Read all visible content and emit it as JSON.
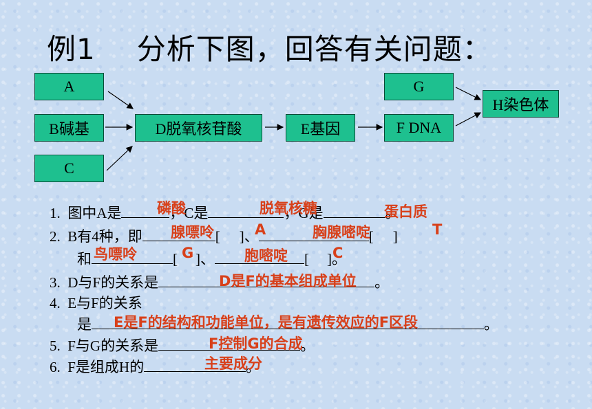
{
  "title": {
    "prefix": "例1",
    "text": "分析下图，回答有关问题："
  },
  "diagram": {
    "boxA": "A",
    "boxB": "B碱基",
    "boxC": "C",
    "boxD": "D脱氧核苷酸",
    "boxE": "E基因",
    "boxF": "F DNA",
    "boxG": "G",
    "boxH": "H染色体"
  },
  "questions": {
    "q1": {
      "num": "1.",
      "t1": "图中A是",
      "t2": "，C是",
      "t3": "，G是",
      "t4": "。"
    },
    "q2": {
      "num": "2.",
      "t1": "B有4种，即",
      "t2": "[",
      "t3": "]、",
      "t4": "[",
      "t5": "]"
    },
    "q2b": {
      "t1": "和",
      "t2": "[",
      "t3": "]、",
      "t4": "[",
      "t5": "]。"
    },
    "q3": {
      "num": "3.",
      "t1": "D与F的关系是",
      "t2": "。"
    },
    "q4": {
      "num": "4.",
      "t1": "E与F的关系"
    },
    "q4b": {
      "t1": "是",
      "t2": "。"
    },
    "q5": {
      "num": "5.",
      "t1": "F与G的关系是",
      "t2": "。"
    },
    "q6": {
      "num": "6.",
      "t1": "F是组成H的",
      "t2": "。"
    }
  },
  "answers": {
    "a1": "磷酸",
    "a2": "脱氧核糖",
    "a3": "蛋白质",
    "a4": "腺嘌呤",
    "a5": "A",
    "a6": "胸腺嘧啶",
    "a7": "T",
    "a8": "鸟嘌呤",
    "a9": "G",
    "a10": "胞嘧啶",
    "a11": "C",
    "a12": "D是F的基本组成单位",
    "a13": "E是F的结构和功能单位，是有遗传效应的F区段",
    "a14": "F控制G的合成",
    "a15": "主要成分"
  },
  "colors": {
    "box": "#1ec08f",
    "answer": "#d8401a",
    "background": "#c9dcf2"
  }
}
